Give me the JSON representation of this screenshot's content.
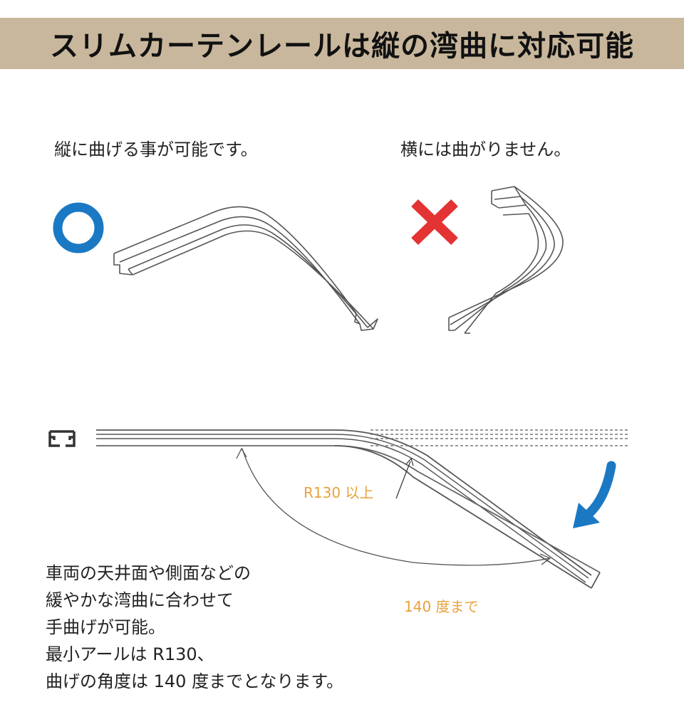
{
  "banner": {
    "title": "スリムカーテンレールは縦の湾曲に対応可能",
    "background": "#c8b79c"
  },
  "captions": {
    "vertical": "縦に曲げる事が可能です。",
    "horizontal": "横には曲がりません。"
  },
  "marks": {
    "ok": {
      "icon": "circle-ok-icon",
      "color": "#1b79c4"
    },
    "ng": {
      "icon": "cross-ng-icon",
      "color": "#e33333"
    }
  },
  "diagram": {
    "radius_label": "R130 以上",
    "angle_label": "140 度まで",
    "label_color": "#e8a23a",
    "arrow_color": "#1b79c4"
  },
  "description": {
    "lines": [
      "車両の天井面や側面などの",
      "緩やかな湾曲に合わせて",
      "手曲げが可能。",
      "最小アールは R130、",
      "曲げの角度は 140 度までとなります。"
    ]
  }
}
